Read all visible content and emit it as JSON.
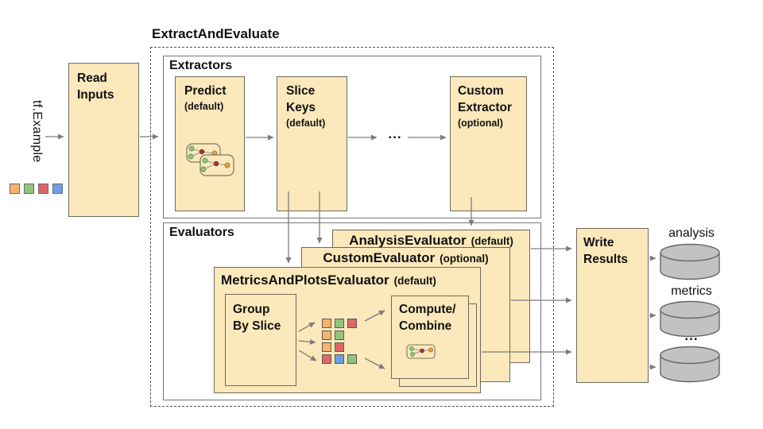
{
  "palette": {
    "orange": "#F6B26B",
    "green": "#93C47D",
    "red": "#E06666",
    "blue": "#6D9EEB"
  },
  "diagram": {
    "title": "ExtractAndEvaluate",
    "input": {
      "label": "tf.Example",
      "legend": [
        "orange",
        "green",
        "red",
        "blue"
      ]
    },
    "read_inputs": {
      "label": "Read\nInputs"
    },
    "extractors": {
      "label": "Extractors",
      "predict": {
        "name": "Predict",
        "qualifier": "(default)"
      },
      "slice_keys": {
        "name": "Slice\nKeys",
        "qualifier": "(default)"
      },
      "ellipsis": "...",
      "custom_extractor": {
        "name": "Custom\nExtractor",
        "qualifier": "(optional)"
      }
    },
    "evaluators": {
      "label": "Evaluators",
      "analysis_evaluator": {
        "name": "AnalysisEvaluator",
        "qualifier": "(default)"
      },
      "custom_evaluator": {
        "name": "CustomEvaluator",
        "qualifier": "(optional)"
      },
      "metrics_evaluator": {
        "name": "MetricsAndPlotsEvaluator",
        "qualifier": "(default)"
      },
      "group_by_slice": {
        "label": "Group\nBy Slice"
      },
      "slice_groups": [
        [
          "orange",
          "green",
          "red"
        ],
        [
          "orange",
          "green"
        ],
        [
          "orange",
          "red"
        ],
        [
          "red",
          "blue",
          "green"
        ]
      ],
      "compute_combine": {
        "label": "Compute/\nCombine"
      }
    },
    "write_results": {
      "label": "Write\nResults"
    },
    "outputs": [
      {
        "label": "analysis"
      },
      {
        "label": "metrics"
      },
      {
        "label": "..."
      }
    ]
  }
}
